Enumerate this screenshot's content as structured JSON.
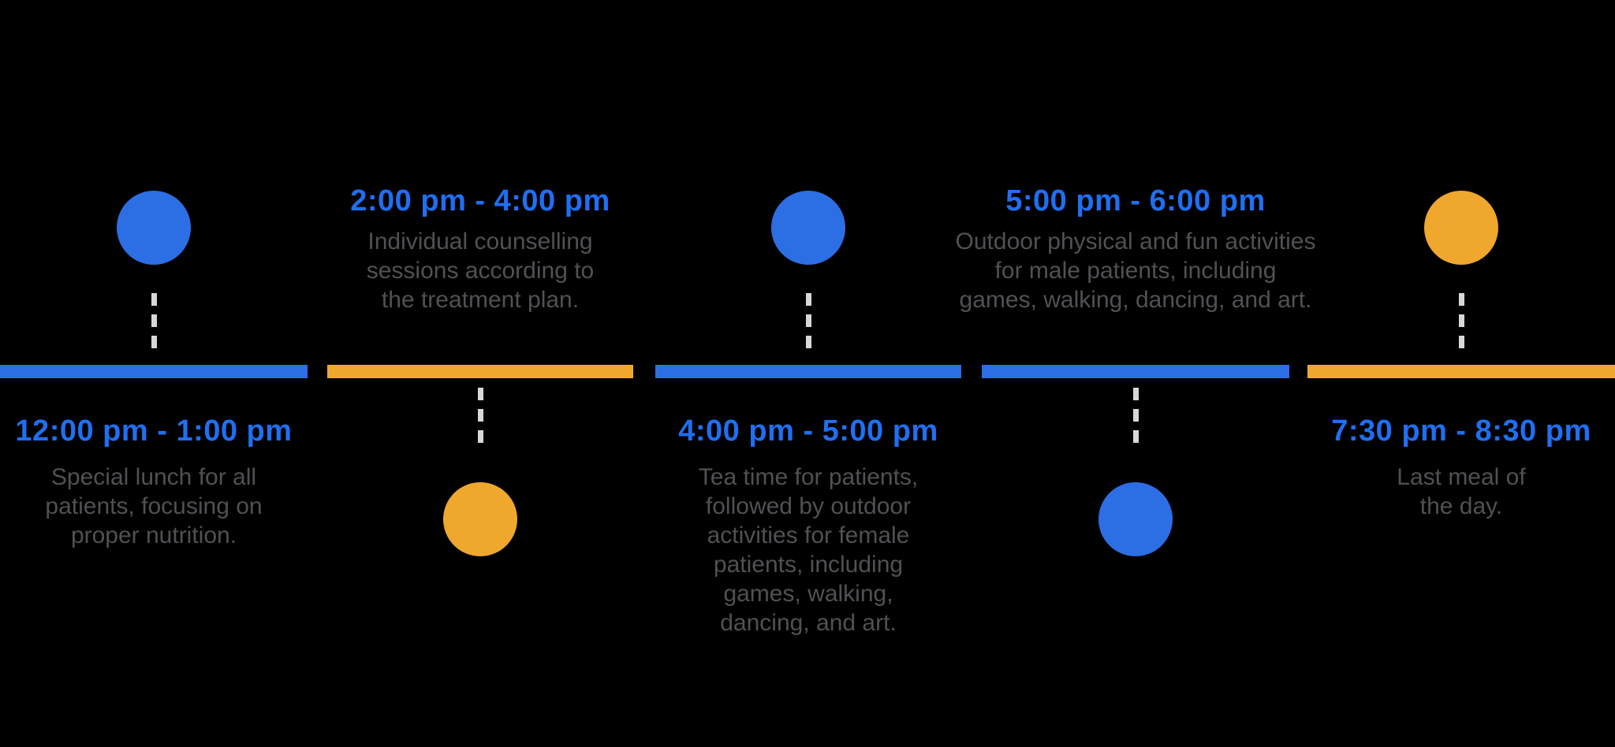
{
  "colors": {
    "background": "#000000",
    "blue": "#2c6ee4",
    "orange": "#f0a72d",
    "time_text": "#1f6ff2",
    "description_text": "#515155",
    "dash": "#d8d8d8"
  },
  "timeline": {
    "items": [
      {
        "time": "12:00 pm - 1:00 pm",
        "description": "Special lunch for all\npatients, focusing on\nproper nutrition.",
        "accent": "blue",
        "marker_position": "top"
      },
      {
        "time": "2:00 pm - 4:00 pm",
        "description": "Individual counselling\nsessions according to\nthe treatment plan.",
        "accent": "orange",
        "marker_position": "bottom"
      },
      {
        "time": "4:00 pm - 5:00 pm",
        "description": "Tea time for patients,\nfollowed by outdoor\nactivities for female\npatients, including\ngames, walking,\ndancing, and art.",
        "accent": "blue",
        "marker_position": "top"
      },
      {
        "time": "5:00 pm - 6:00 pm",
        "description": "Outdoor physical and fun activities\nfor male patients, including\ngames, walking, dancing, and art.",
        "accent": "blue",
        "marker_position": "bottom"
      },
      {
        "time": "7:30 pm - 8:30 pm",
        "description": "Last meal of\nthe day.",
        "accent": "orange",
        "marker_position": "top"
      }
    ]
  }
}
